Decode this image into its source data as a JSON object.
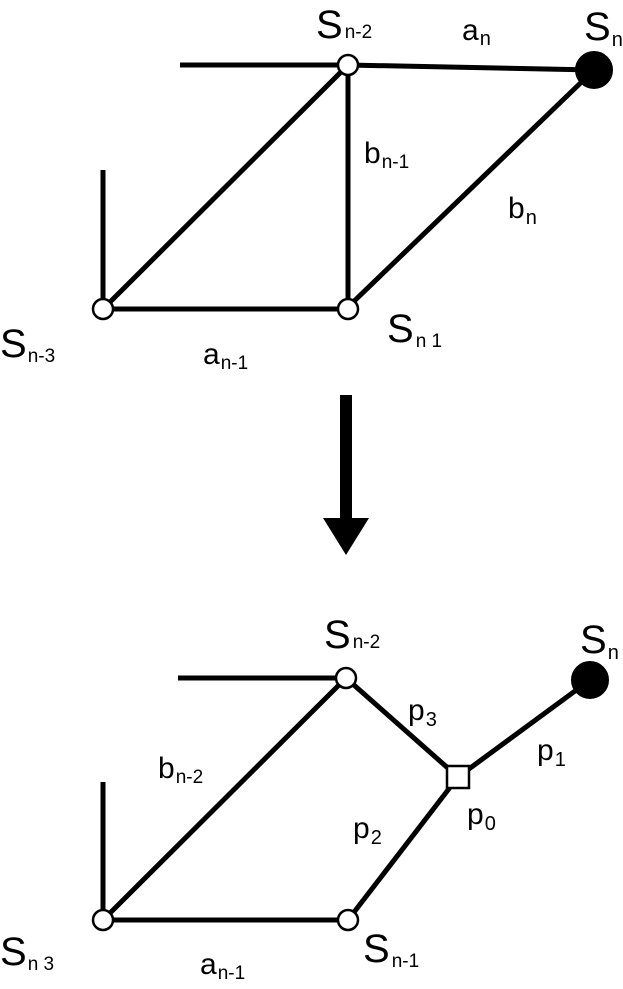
{
  "top": {
    "nodes": {
      "s_n2": {
        "base": "S",
        "sub": "n-2"
      },
      "s_n": {
        "base": "S",
        "sub": "n"
      },
      "s_n3": {
        "base": "S",
        "sub": "n-3"
      },
      "s_n1": {
        "base": "S",
        "sub": "n 1"
      }
    },
    "edges": {
      "a_n": {
        "base": "a",
        "sub": "n"
      },
      "b_n1": {
        "base": "b",
        "sub": "n-1"
      },
      "b_n": {
        "base": "b",
        "sub": "n"
      },
      "a_n1": {
        "base": "a",
        "sub": "n-1"
      }
    }
  },
  "bottom": {
    "nodes": {
      "s_n2": {
        "base": "S",
        "sub": "n-2"
      },
      "s_n": {
        "base": "S",
        "sub": "n"
      },
      "p0": {
        "base": "p",
        "sub": "0"
      },
      "s_n3": {
        "base": "S",
        "sub": "n 3"
      },
      "s_n1": {
        "base": "S",
        "sub": "n-1"
      }
    },
    "edges": {
      "p3": {
        "base": "p",
        "sub": "3"
      },
      "p1": {
        "base": "p",
        "sub": "1"
      },
      "b_n2": {
        "base": "b",
        "sub": "n-2"
      },
      "p2": {
        "base": "p",
        "sub": "2"
      },
      "a_n1": {
        "base": "a",
        "sub": "n-1"
      }
    }
  },
  "colors": {
    "ink": "#000000",
    "paper": "#ffffff"
  }
}
